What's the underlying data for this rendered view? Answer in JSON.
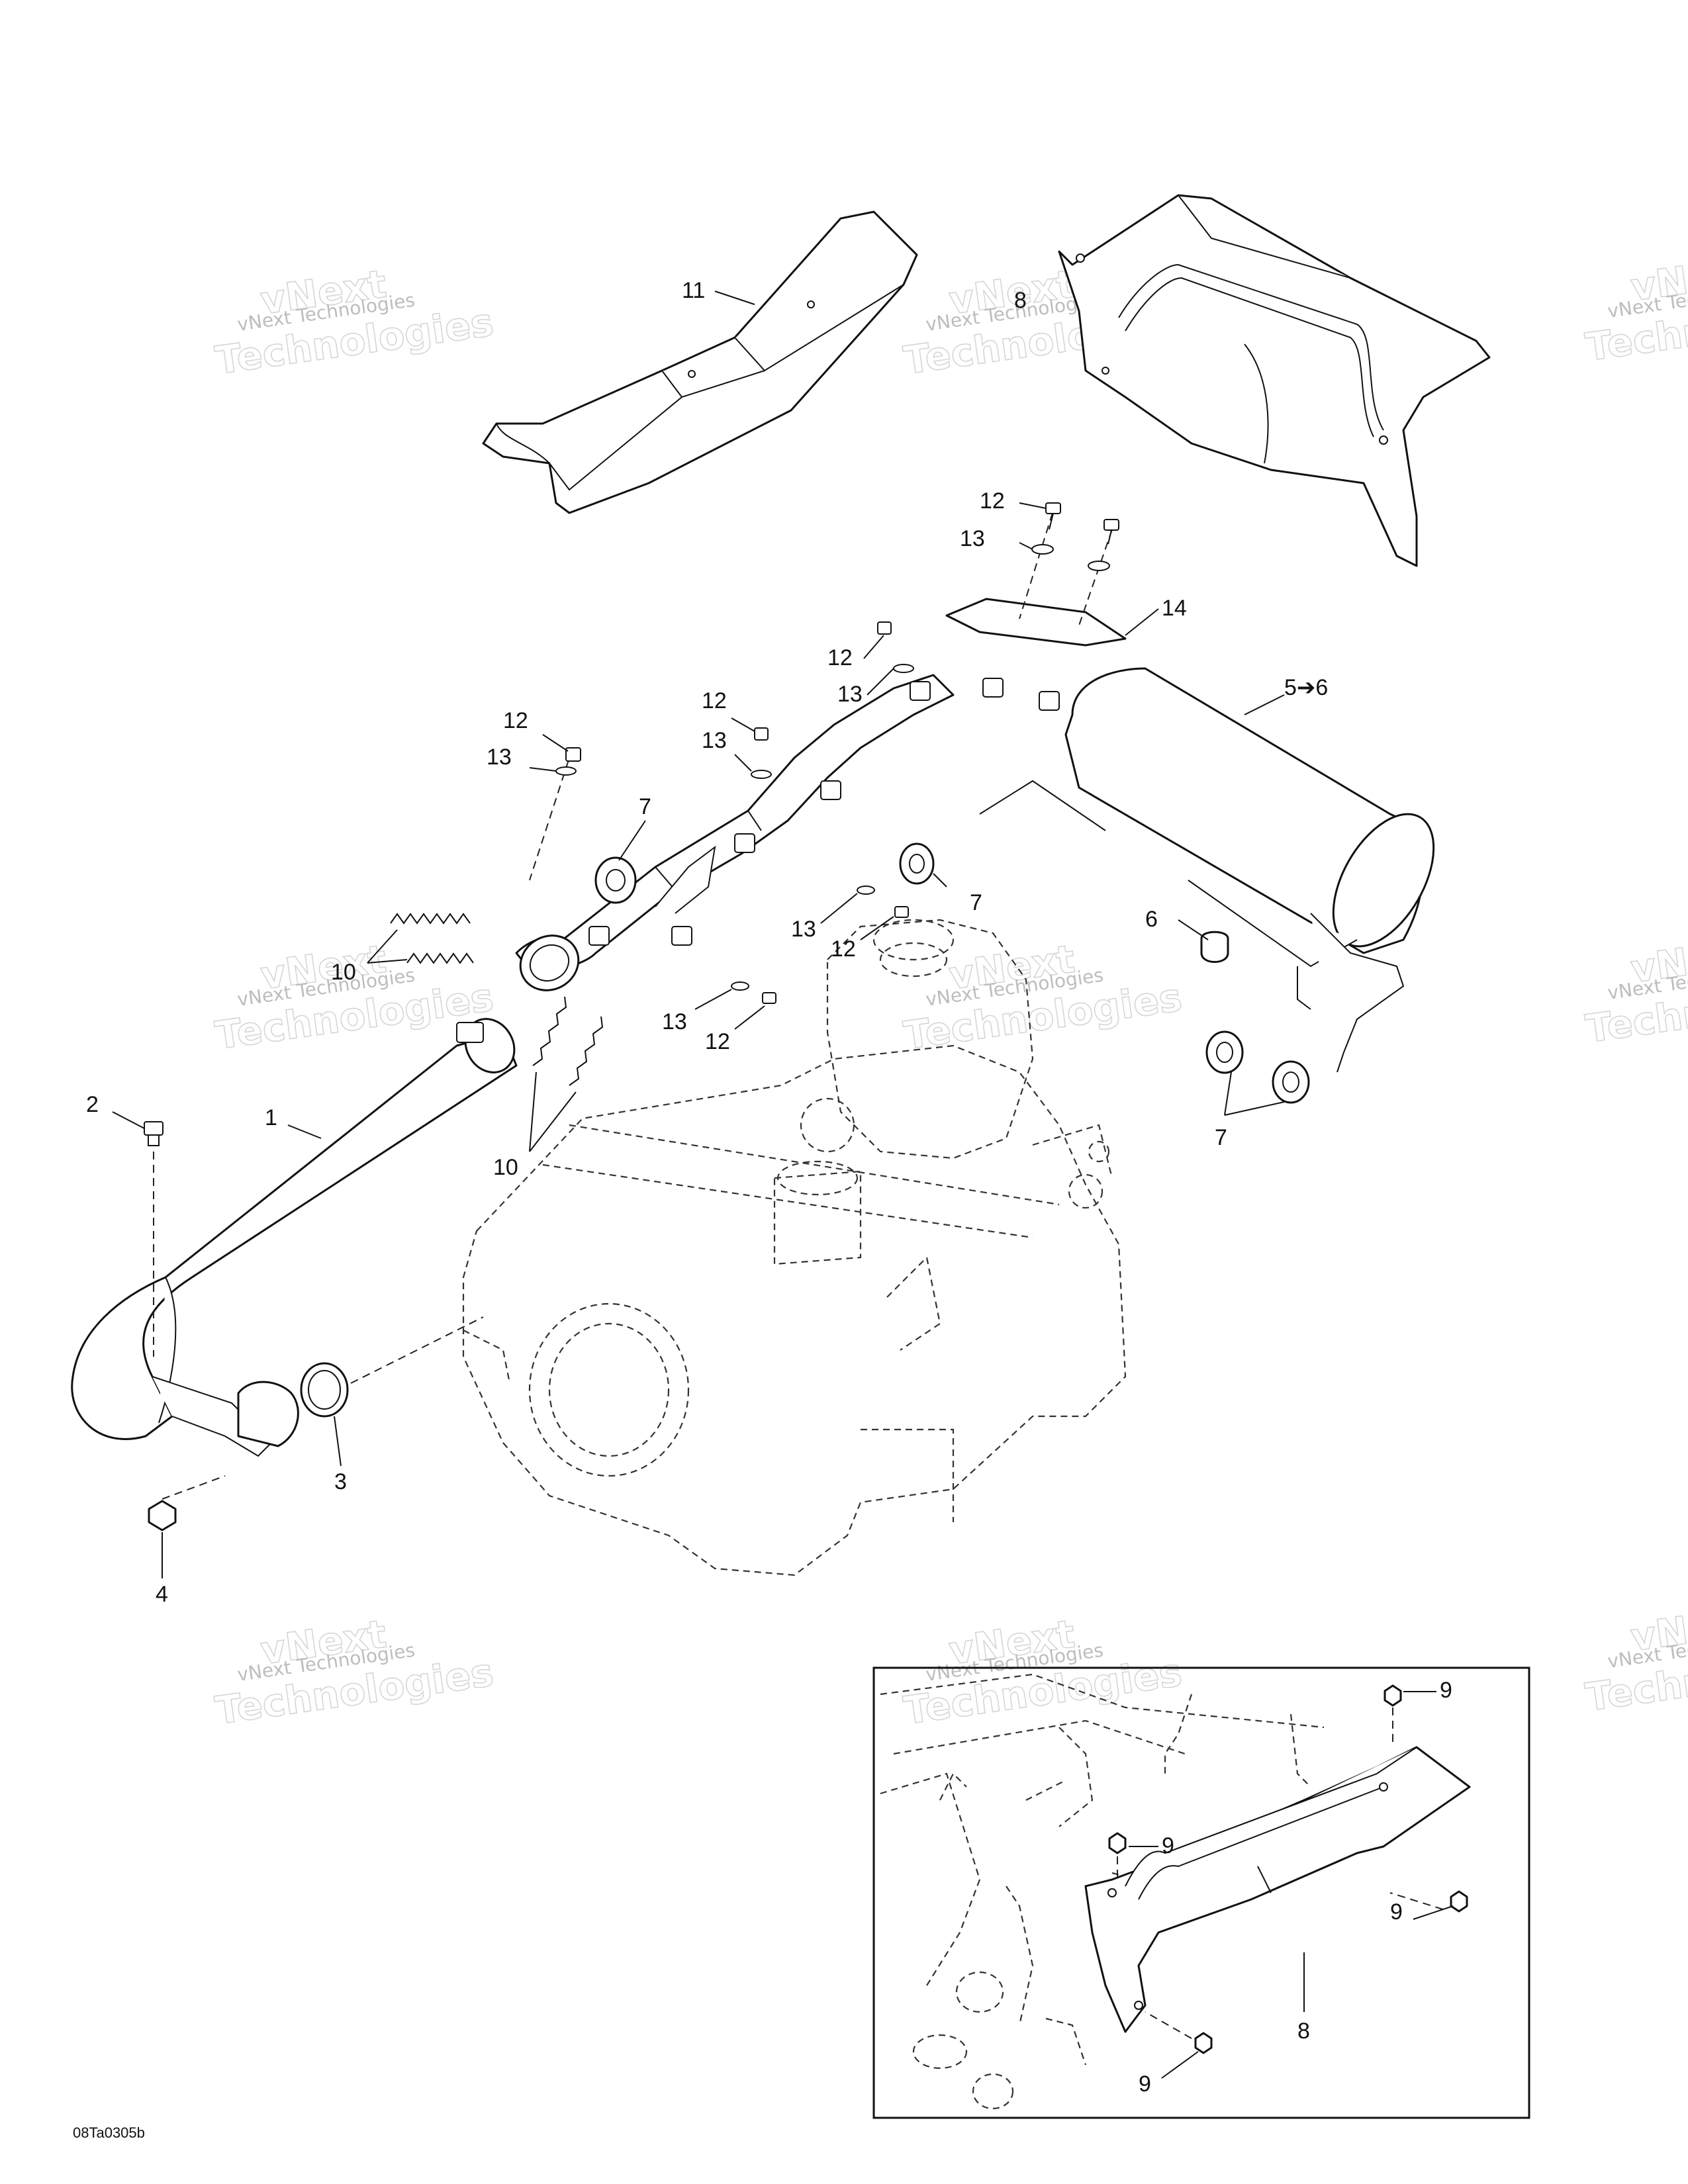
{
  "diagram_code": "08Ta0305b",
  "watermark": {
    "line1": "vNext Technologies",
    "big_top": "vNext",
    "big_bottom": "Technologies"
  },
  "callouts": {
    "c1": "1",
    "c2": "2",
    "c3": "3",
    "c4": "4",
    "c5_6": "5➔6",
    "c6": "6",
    "c7a": "7",
    "c7b": "7",
    "c7c": "7",
    "c8": "8",
    "c8b": "8",
    "c9a": "9",
    "c9b": "9",
    "c9c": "9",
    "c9d": "9",
    "c10a": "10",
    "c10b": "10",
    "c11": "11",
    "c12a": "12",
    "c12b": "12",
    "c12c": "12",
    "c12d": "12",
    "c12e": "12",
    "c12f": "12",
    "c13a": "13",
    "c13b": "13",
    "c13c": "13",
    "c13d": "13",
    "c13e": "13",
    "c13f": "13",
    "c14": "14"
  }
}
